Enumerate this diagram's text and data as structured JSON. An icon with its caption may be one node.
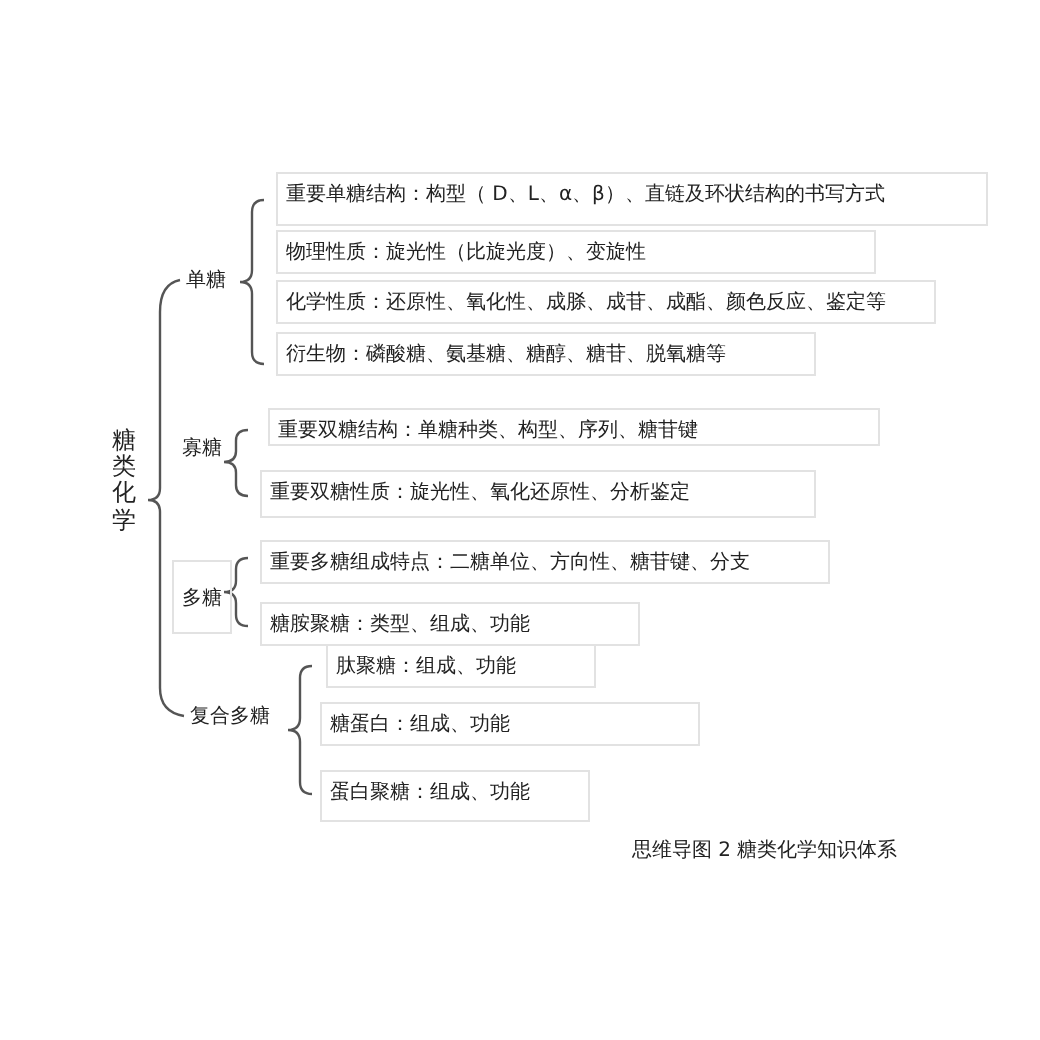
{
  "diagram": {
    "caption": "思维导图 2 糖类化学知识体系",
    "nodes": [
      {
        "text": [
          "糖类化学"
        ]
      },
      {
        "text": [
          "单糖"
        ]
      },
      {
        "text": [
          "重要单糖结构：构型（ D、L、α、β）、直链及环状结构的书写方式"
        ]
      },
      {
        "text": [
          "物理性质：旋光性（比旋光度）、变旋性"
        ]
      },
      {
        "text": [
          "化学性质：还原性、氧化性、成脎、成苷、成酯、颜色反应、鉴定等"
        ]
      },
      {
        "text": [
          "衍生物：磷酸糖、氨基糖、糖醇、糖苷、脱氧糖等"
        ]
      },
      {
        "text": [
          "寡糖"
        ]
      },
      {
        "text": [
          "重要双糖结构：单糖种类、构型、序列、糖苷键"
        ]
      },
      {
        "text": [
          "重要双糖性质：旋光性、氧化还原性、分析鉴定"
        ]
      },
      {
        "text": [
          "多糖"
        ]
      },
      {
        "text": [
          "重要多糖组成特点：二糖单位、方向性、糖苷键、分支"
        ]
      },
      {
        "text": [
          "糖胺聚糖：类型、组成、功能"
        ]
      },
      {
        "text": [
          "复合多糖"
        ]
      },
      {
        "text": [
          "肽聚糖：组成、功能"
        ]
      },
      {
        "text": [
          "糖蛋白：组成、功能"
        ]
      },
      {
        "text": [
          "蛋白聚糖：组成、功能"
        ]
      }
    ]
  }
}
